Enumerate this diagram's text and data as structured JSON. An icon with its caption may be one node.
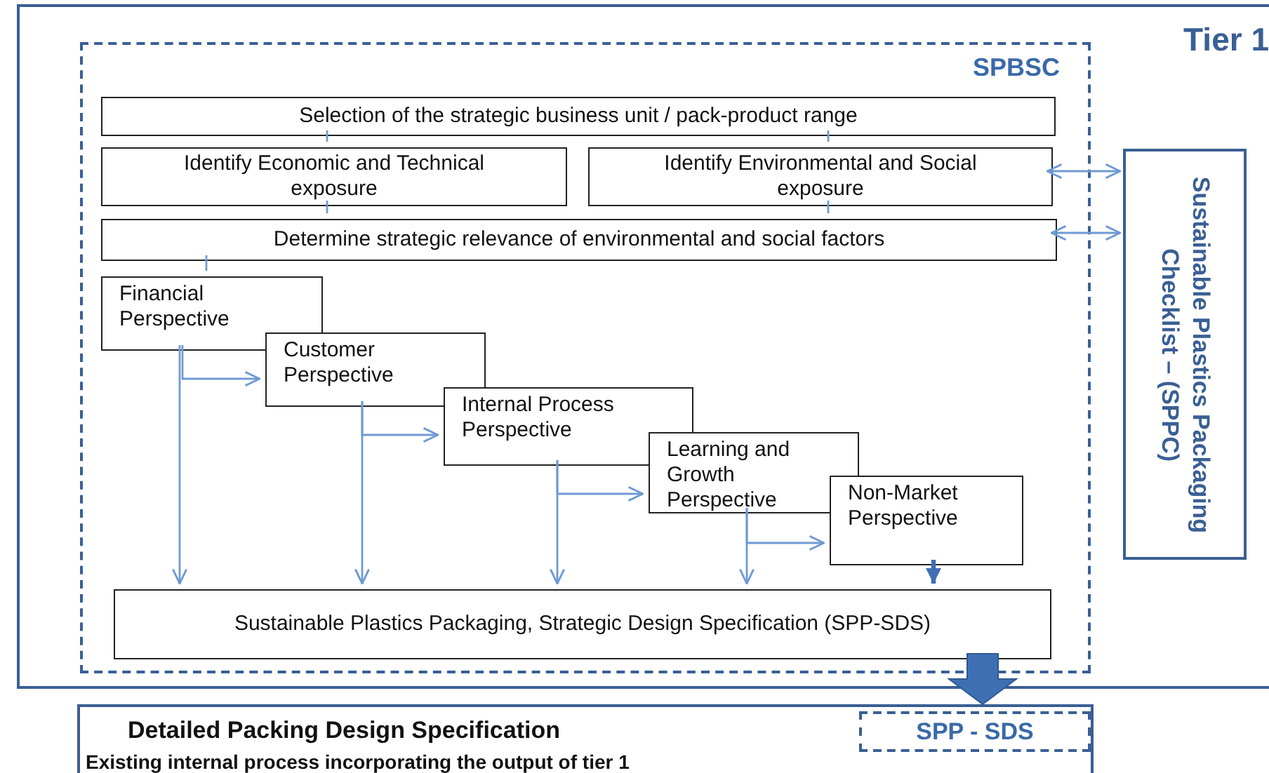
{
  "diagram": {
    "nodes": [
      {
        "text": [
          "Tier 1"
        ]
      },
      {
        "text": [
          "SPBSC"
        ],
        "in": 0
      },
      {
        "text": [
          "Selection of the strategic business unit / pack-product range"
        ],
        "in": 1
      },
      {
        "text": [
          "Identify Economic and Technical exposure"
        ],
        "in": 1
      },
      {
        "text": [
          "Identify Environmental and Social exposure"
        ],
        "in": 1
      },
      {
        "text": [
          "Determine strategic relevance of environmental and social factors"
        ],
        "in": 1
      },
      {
        "text": [
          "Financial Perspective"
        ],
        "in": 1
      },
      {
        "text": [
          "Customer Perspective"
        ],
        "in": 1
      },
      {
        "text": [
          "Internal Process Perspective"
        ],
        "in": 1
      },
      {
        "text": [
          "Learning and Growth Perspective"
        ],
        "in": 1
      },
      {
        "text": [
          "Non-Market Perspective"
        ],
        "in": 1
      },
      {
        "text": [
          "Sustainable Plastics Packaging, Strategic Design Specification (SPP-SDS)"
        ],
        "in": 1
      },
      {
        "text": [
          "Sustainable Plastics Packaging Checklist – (SPPC)"
        ],
        "in": 0
      },
      {
        "text": [
          "Detailed Packing Design Specification",
          "Existing internal process incorporating the output of tier 1"
        ]
      },
      {
        "text": [
          "SPP - SDS"
        ],
        "in": 13
      }
    ],
    "edges": [
      {
        "from": 2,
        "to": 3,
        "arrow": "none"
      },
      {
        "from": 2,
        "to": 4,
        "arrow": "none"
      },
      {
        "from": 3,
        "to": 5,
        "arrow": "none"
      },
      {
        "from": 4,
        "to": 5,
        "arrow": "none"
      },
      {
        "from": 5,
        "to": 6,
        "arrow": "none"
      },
      {
        "from": 4,
        "to": 12,
        "arrow": "both"
      },
      {
        "from": 5,
        "to": 12,
        "arrow": "both"
      },
      {
        "from": 6,
        "to": 7,
        "arrow": "to"
      },
      {
        "from": 6,
        "to": 11,
        "arrow": "to"
      },
      {
        "from": 7,
        "to": 8,
        "arrow": "to"
      },
      {
        "from": 7,
        "to": 11,
        "arrow": "to"
      },
      {
        "from": 8,
        "to": 9,
        "arrow": "to"
      },
      {
        "from": 8,
        "to": 11,
        "arrow": "to"
      },
      {
        "from": 9,
        "to": 10,
        "arrow": "to"
      },
      {
        "from": 9,
        "to": 11,
        "arrow": "to"
      },
      {
        "from": 10,
        "to": 11,
        "arrow": "to",
        "style": "thick",
        "color": "#3f6fb3"
      },
      {
        "from": 11,
        "to": 13,
        "arrow": "to",
        "style": "thick",
        "color": "#3f6fb3"
      }
    ]
  }
}
